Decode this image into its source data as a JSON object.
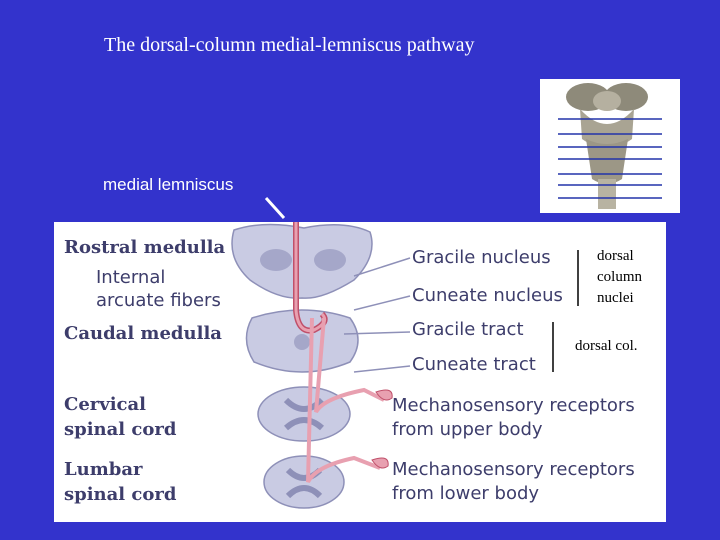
{
  "title": "The dorsal-column medial-lemniscus pathway",
  "medial_lemniscus_label": "medial lemniscus",
  "left_labels": {
    "rostral_medulla": "Rostral medulla",
    "internal_arcuate_fibers": [
      "Internal",
      "arcuate fibers"
    ],
    "caudal_medulla": "Caudal medulla",
    "cervical_spinal_cord": [
      "Cervical",
      "spinal cord"
    ],
    "lumbar_spinal_cord": [
      "Lumbar",
      "spinal cord"
    ]
  },
  "right_labels": {
    "gracile_nucleus": "Gracile nucleus",
    "cuneate_nucleus": "Cuneate nucleus",
    "gracile_tract": "Gracile tract",
    "cuneate_tract": "Cuneate tract",
    "mechanoreceptors_upper": [
      "Mechanosensory receptors",
      "from upper body"
    ],
    "mechanoreceptors_lower": [
      "Mechanosensory receptors",
      "from lower body"
    ]
  },
  "annotations": {
    "dorsal_column_nuclei": [
      "dorsal",
      "column",
      "nuclei"
    ],
    "dorsal_col": "dorsal col."
  },
  "colors": {
    "background": "#3333cc",
    "panel": "#ffffff",
    "tissue": "#c9cbe3",
    "tissue_dark": "#8e90b8",
    "pathway": "#e8a0b0",
    "pathway_dark": "#c0506a",
    "label_text": "#3d3d6b"
  }
}
